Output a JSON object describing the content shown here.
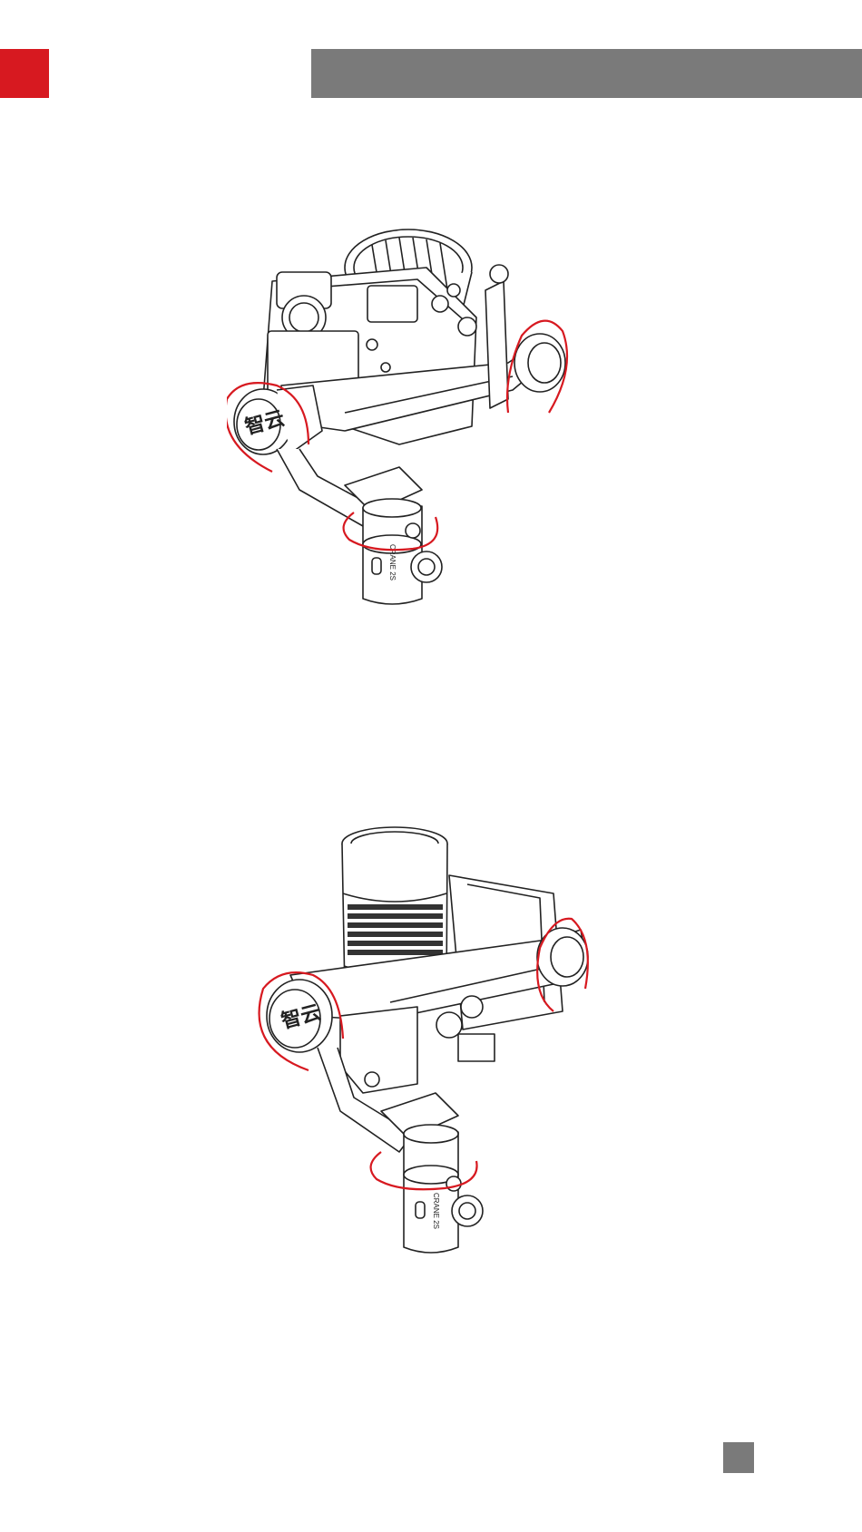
{
  "header": {
    "section_tab_color": "#d71920",
    "title_bar_color": "#7a7a7a"
  },
  "illustrations": [
    {
      "name": "gimbal-with-mirrorless-camera",
      "icon": "gimbal-camera-illustration",
      "motor_knob_text": "智云",
      "handle_text": "CRANE 2S"
    },
    {
      "name": "gimbal-with-telephoto-lens",
      "icon": "gimbal-telephoto-illustration",
      "motor_knob_text": "智云",
      "handle_text": "CRANE 2S"
    }
  ],
  "highlight_color": "#d71920",
  "footer": {
    "page_marker_color": "#7a7a7a"
  }
}
